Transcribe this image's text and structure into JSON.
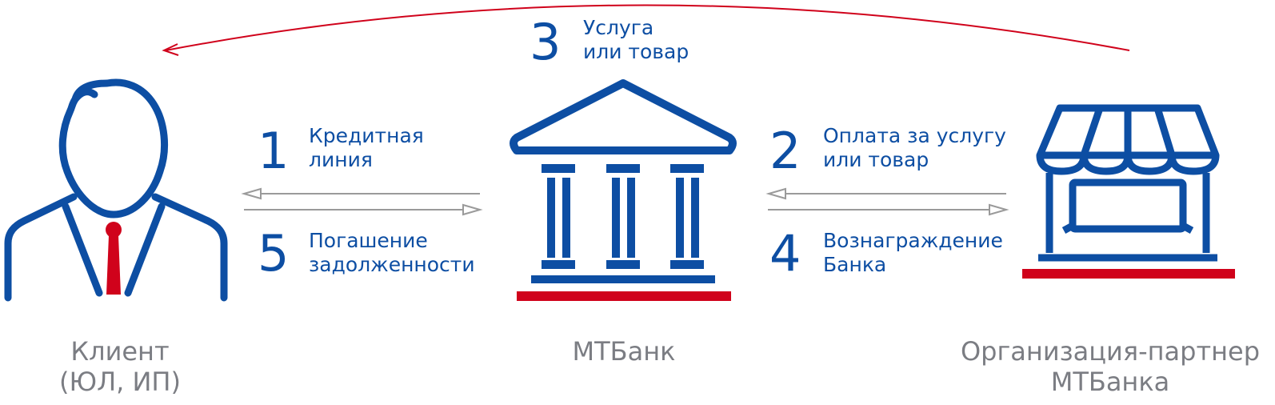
{
  "colors": {
    "blue": "#0d4ea3",
    "red": "#d0021b",
    "gray_arrow": "#9a9a9a",
    "caption_gray": "#7b7d83"
  },
  "steps": {
    "s1": {
      "number": "1",
      "text": "Кредитная\nлиния"
    },
    "s2": {
      "number": "2",
      "text": "Оплата  за услугу\nили товар"
    },
    "s3": {
      "number": "3",
      "text": "Услуга\nили товар"
    },
    "s4": {
      "number": "4",
      "text": "Вознаграждение\nБанка"
    },
    "s5": {
      "number": "5",
      "text": "Погашение\nзадолженности"
    }
  },
  "actors": {
    "client": {
      "label": "Клиент\n(ЮЛ, ИП)",
      "icon": "person-with-tie-icon"
    },
    "bank": {
      "label": "МТБанк",
      "icon": "bank-building-icon"
    },
    "partner": {
      "label": "Организация-партнер\nМТБанка",
      "icon": "storefront-icon"
    }
  }
}
